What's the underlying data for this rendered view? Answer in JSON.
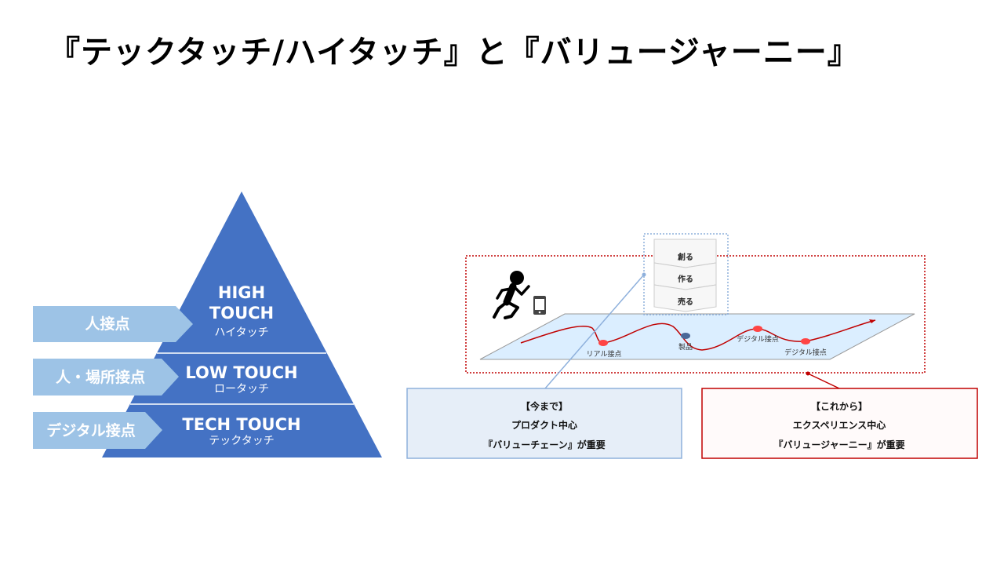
{
  "title": "『テックタッチ/ハイタッチ』と『バリュージャーニー』",
  "pyramid": {
    "high": {
      "line1": "HIGH",
      "line2": "TOUCH",
      "sub": "ハイタッチ"
    },
    "low": {
      "line1": "LOW TOUCH",
      "sub": "ロータッチ"
    },
    "tech": {
      "line1": "TECH TOUCH",
      "sub": "テックタッチ"
    }
  },
  "arrows": [
    "人接点",
    "人・場所接点",
    "デジタル接点"
  ],
  "chain": [
    "創る",
    "作る",
    "売る"
  ],
  "journey": {
    "points": [
      "リアル接点",
      "製品",
      "デジタル接点",
      "デジタル接点"
    ]
  },
  "boxes": {
    "past": {
      "head": "【今まで】",
      "line1": "プロダクト中心",
      "line2": "『バリューチェーン』が重要"
    },
    "future": {
      "head": "【これから】",
      "line1": "エクスペリエンス中心",
      "line2": "『バリュージャーニー』が重要"
    }
  },
  "colors": {
    "pyramid": "#4472c4",
    "arrow": "#9dc3e6",
    "red": "#c00000",
    "plane": "#dbeeff"
  }
}
